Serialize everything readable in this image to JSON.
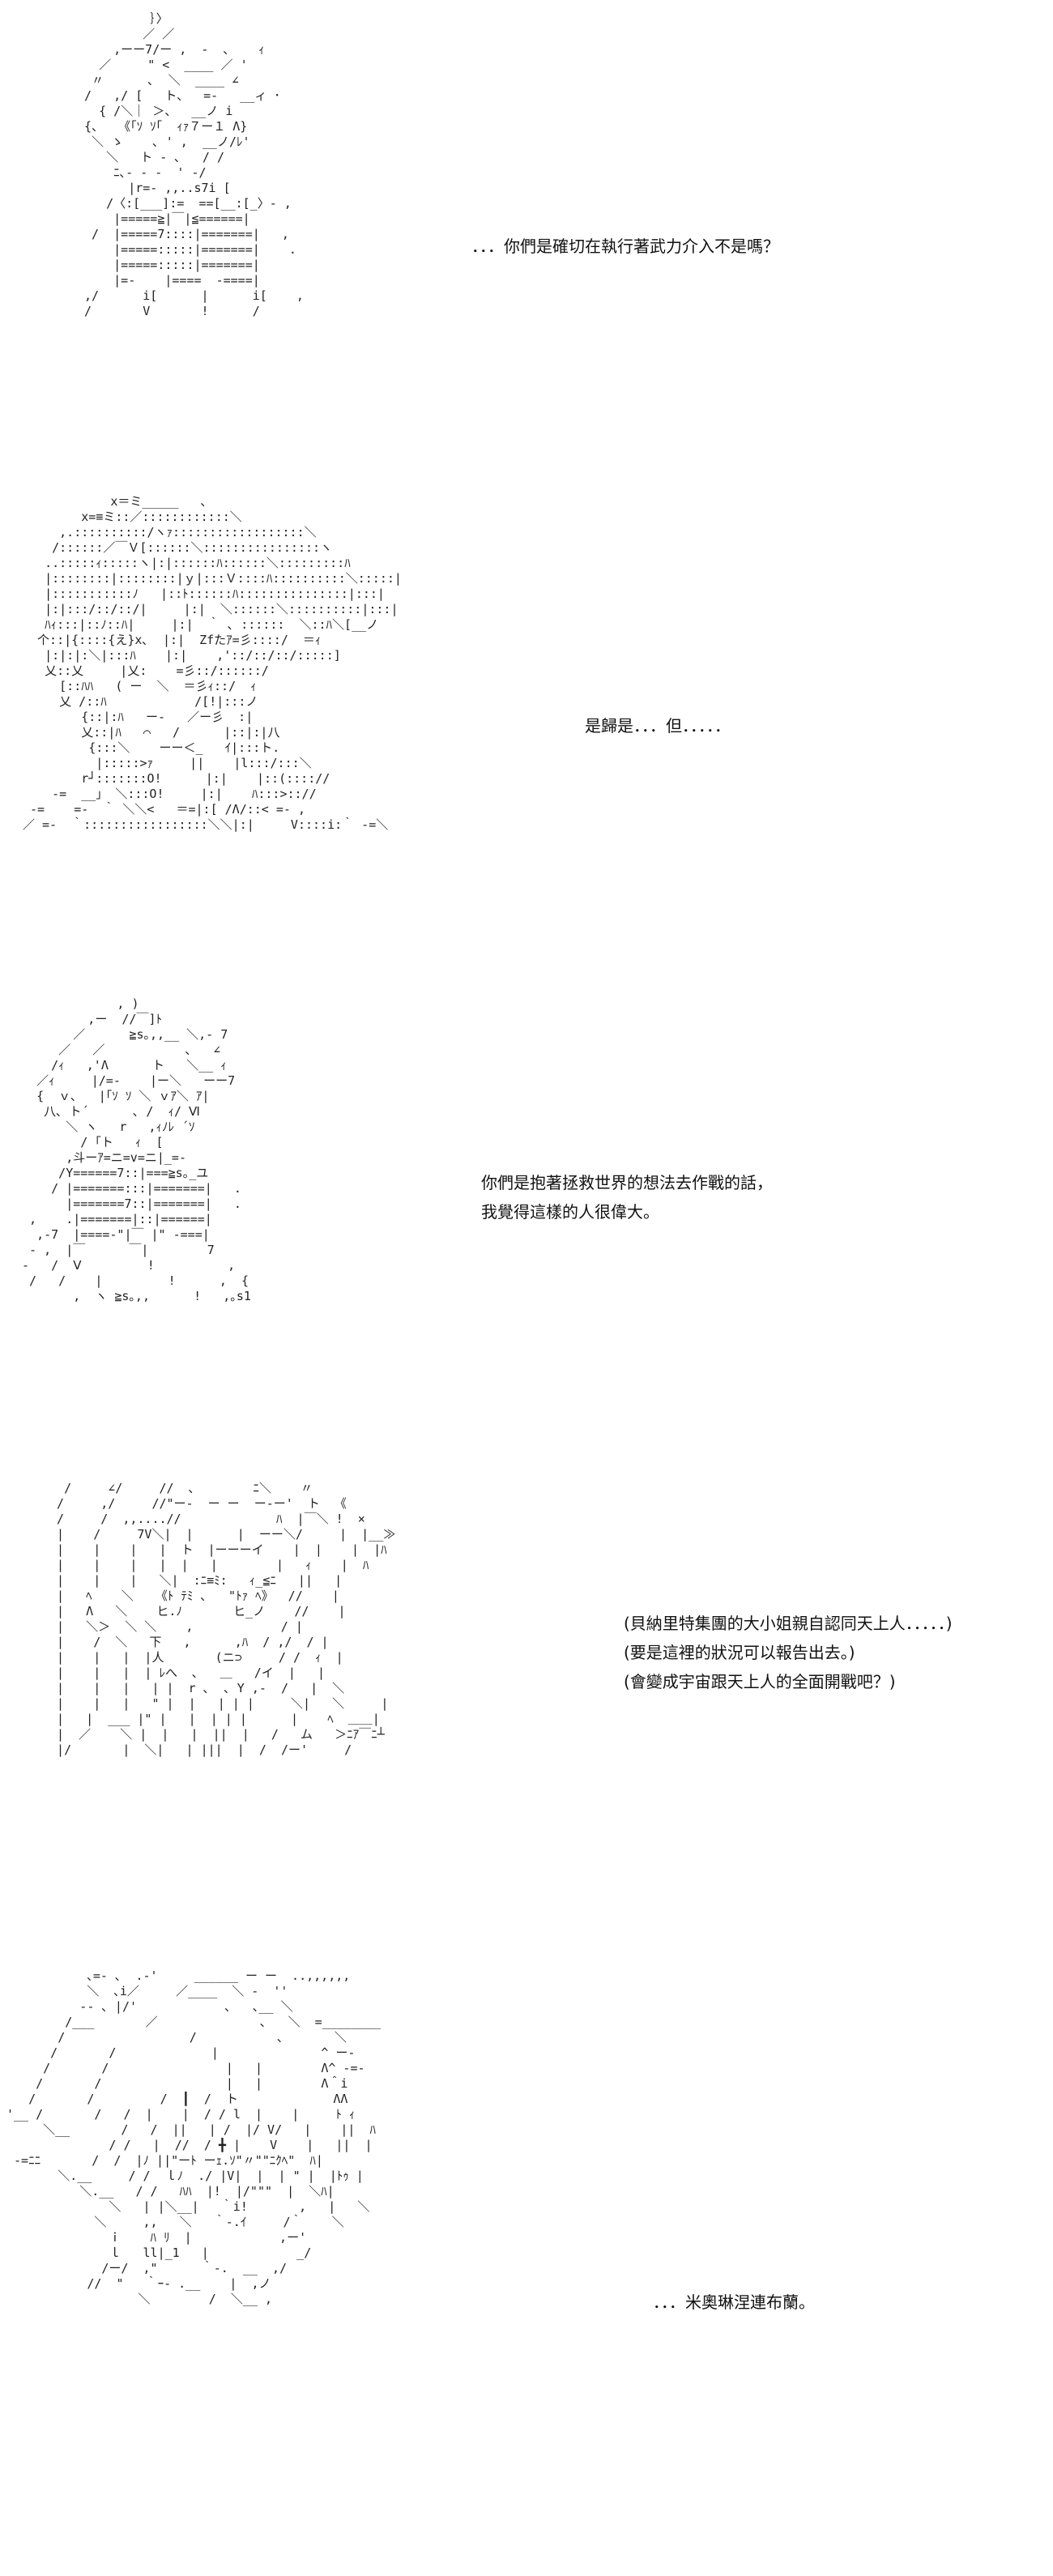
{
  "panels": [
    {
      "dialogue": [
        "．．．你們是確切在執行著武力介入不是嗎？"
      ],
      "art": [
        "          ｝〉",
        "         ／ ／",
        "     ,ーー7/ー ,  -  ､    ｨ",
        "   ／     \" <  ____ ／ '",
        "  〃      ､  ＼  ____ ∠",
        " /   ,/ [   ト、  =-   __ィ ･",
        "   { /＼｜ ＞、  __ノ i",
        " {、  《｢ｿ ｿ｢  ｨｧ７ー１ Λ}",
        "  ＼ ゝ    ､ ' ,  __ノ/ﾚ'",
        "    ＼   ト ‐ ､   / /",
        "     ﾆ､- - -  ' -/",
        "       |r=- ,,..s7i [",
        "    /〈:[___]:=  ==[__:[_〉- ,",
        "     |=====≧|￣|≦======|",
        "  /  |=====7::::|=======|   ,",
        "     |=====:::::|=======|    .",
        "     |=====:::::|=======|",
        "     |=-    |====  -====|",
        " ,/      i[      |      i[    ,",
        " /       V       !      /"
      ]
    },
    {
      "dialogue": [
        "是歸是．．．但．．．．．"
      ],
      "art": [
        "            x＝ミ_____   ､",
        "        x=≡ミ::／::::::::::::＼",
        "     ,.::::::::::/ヽｧ::::::::::::::::::＼",
        "    /::::::／￣Ｖ[::::::＼::::::::::::::::ヽ",
        "   ..:::::ｨ:::::ヽ|:|::::::ﾊ::::::＼:::::::::ﾊ",
        "   |::::::::|::::::::|ｙ|:::Ｖ::::ﾊ::::::::::＼:::::|",
        "   |:::::::::::ﾉ   |::ﾄ::::::ﾊ:::::::::::::::|:::|",
        "   |:|:::/::/::/|     |:|  ＼::::::＼::::::::::|:::|",
        "   ﾊｨ:::|::ﾉ::ﾊ|     |:|  ｀ ､ ::::::  ＼::ﾊ＼[__ノ",
        "  个::|{::::{え}x､  |:|  Zfたｱ=彡::::/  ＝ｨ",
        "   |:|:|:＼|:::ﾊ    |:|    ,'::/::/::/:::::]",
        "   乂::乂     |乂:    =彡::/::::::/",
        "     [::ﾊﾊ   ( ー  ＼  ＝彡ｨ::/  ｨ",
        "     乂 /::ﾊ            /[!|:::ノ",
        "        {::|:ﾊ   ー-   ／ー彡  :|",
        "        乂::|ﾊ   ⌒   /      |::|:|八",
        "         {:::＼    ーー＜_   ｲ|:::ト.",
        "          |:::::>ｧ     ||    |l:::/:::＼",
        "        r┘:::::::O!      |:|    |::(:::://",
        "    -=  __」 ＼:::O!     |:|    ﾊ:::>:://",
        " -=    =-  ｀ ＼＼<   ＝=|:[ /Λ/::< =- ,",
        "／ =-  ｀:::::::::::::::::＼＼|:|     V::::i:｀ -=＼"
      ]
    },
    {
      "dialogue": [
        "你們是抱著拯救世界的想法去作戰的話，",
        "我覺得這樣的人很偉大。"
      ],
      "art": [
        "              , )",
        "          ,ー  //￣]ﾄ",
        "        ／      ≧s｡,,__ ＼,- 7",
        "      ／   ／           ､   ∠",
        "     /ｨ   ,'Λ      ト   ＼__ ｨ",
        "   ／ｨ     |/=-    |ー＼   ーー7",
        "   {  ｖ､   |｢ｿ ｿ ＼ ｖｱ＼ ｱ|",
        "    八､ ト´      ､ /  ｨ/ Ⅵ",
        "       ＼ ヽ   r   ,ｨﾉﾚ ´ｿ",
        "         / ｢ト   ｨ  [",
        "       ,斗ーｱ=ニ=v=ニ|_=-",
        "      /Y======7::|===≧s｡_ユ",
        "     / |=======:::|=======|   .",
        "       |=======7::|=======|   .",
        "  ,    .|=======|::|======|",
        "   ,-7  |====-\"|￣ |\" -===|",
        "  - ,  |￣      ￣|        7",
        " -   /  Ⅴ         !          ,",
        "  /   /    |         !      ,  {",
        "        ,  ヽ ≧s｡,,      !   ,｡s1"
      ]
    },
    {
      "dialogue": [
        "(貝納里特集團的大小姐親自認同天上人．．．．．)",
        "(要是這裡的狀況可以報告出去。)",
        "(會變成宇宙跟天上人的全面開戰吧？)"
      ],
      "art": [
        "   /     ∠/     //  ､        ﾆ＼    〃",
        "  /     ,/     //\"ー-  ー ー  ー‐ー'  ト  《",
        "  /     /  ,,....//             ﾊ  |￣＼ !  ×",
        "  |    /     7V＼|  |      |  ーー＼/     |  |__≫",
        "  |    |    |   |  ト  |ーーーイ    |  |    |  |ﾊ",
        "  |    |    |   |  |   |        |   ｨ    |  ﾊ",
        "  |    |    |   ＼|  :ﾆ≡ﾐ:   ｨ_≦ﾆ   ||   |",
        "  |   ﾍ    ＼   《ﾄ ﾃﾐ ､   \"ﾄｧ ﾍ》  //    |",
        "  |   Λ   ＼    ヒ.ﾉ       ヒ_ノ    //    |",
        "  |   ＼＞  ＼ ＼    ,            / |",
        "  |    /  ＼   下   ,      ,ﾊ  / ,/  / |",
        "  |    |   |  |人       (ニ⊃     / /  ｨ  |",
        "  |    |   |  | ﾚへ  ､   ＿   /イ  |   |",
        "  |    |   |   | |  r ､  ､ Y ,-  /   |  ＼",
        "  |    |   |   \" |  |   | | |     ＼|   ＼     |",
        "  |   |  ___ |\" |   |  | | |      |    ﾍ  ＿＿|",
        "  |  ／    ＼ |  |   |  ||  |   /   ム   ＞ﾆｱ￣ﾆ┴",
        "  |/       |  ＼|   | |||  |  /  /ー'     /"
      ]
    },
    {
      "dialogue": [
        "．．．米奧琳涅連布蘭。"
      ],
      "art": [
        "           ､=- ､  .-'     ______ ー ー  ..,,,,,,",
        "           ＼  ､i／     ／____  ＼ -  ''",
        "          -- ､ |/'            ､   ､__ ＼",
        "        /___       ／              ､   ＼  =________",
        "       /                 /           ､       ＼",
        "      /       /             |              ^ ー-",
        "     /       /                |   |        Λ^ -=-",
        "    /       /                 |   |        Λ＾i",
        "   /       /         /  ┃  /  ト             ΛΛ",
        "'__ /       /   /  |    |  / / l  |    |     ﾄ ｨ",
        "     ＼__       /   /  ||   | /  |/ V/   |    ||  ﾊ",
        "              / /   |  //  / ╋ |    V    |   ||  |",
        " -=ﾆﾆ       /  /  |ﾉ ||\"ーﾄ ーｪ.ｿ\"〃\"\"ﾆｸﾍ\"  ﾊ|",
        "       ＼.__     / /  ｌﾉ  ./ |V|  |  | \" |  |ﾄｩ |",
        "          ＼.__   / /   ﾊﾊ  |!  |/\"\"\"  |  ＼ﾊ|",
        "              ＼   | |＼__|   ｀i!       ,   |   ＼",
        "            ＼     ,,   ＼   ｀-.ｲ     /｀    ＼",
        "              ｉ    ﾊ ﾘ  |            ,ー'",
        "              ｌ   ll|_1   |            _/",
        "             /ー/  ,\"      ｀-.  __  ,/",
        "           //  \"   ｀ｰ- .__    |  ,ノ",
        "                  ＼        /  ＼__ ,"
      ]
    }
  ]
}
